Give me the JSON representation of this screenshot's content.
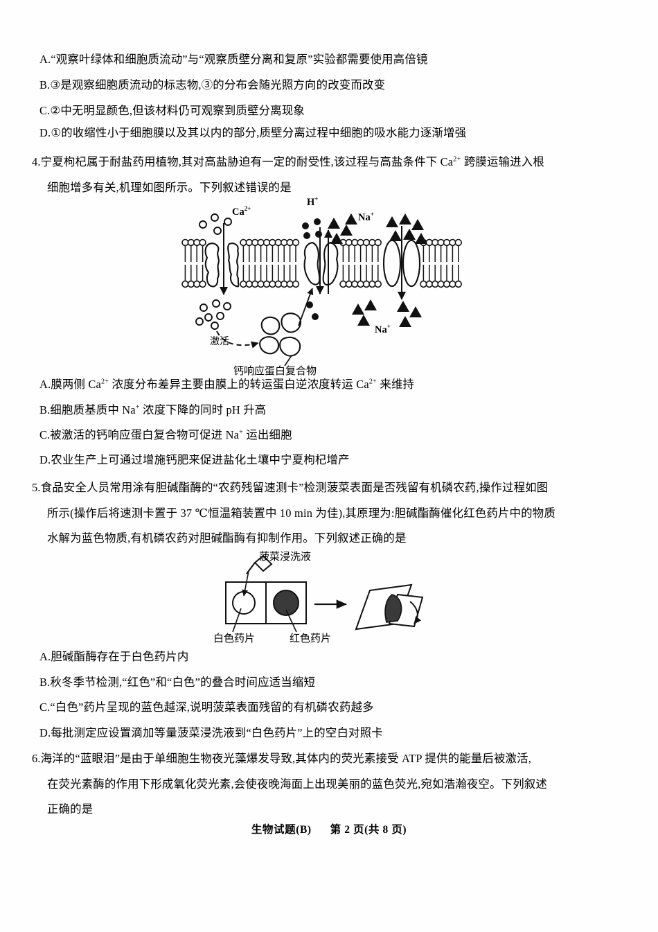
{
  "page": {
    "footer_subject": "生物试题(B)",
    "footer_page": "第 2 页(共 8 页)"
  },
  "question_3_options": [
    {
      "id": "q3a",
      "text": "A.“观察叶绿体和细胞质流动”与“观察质壁分离和复原”实验都需要使用高倍镜"
    },
    {
      "id": "q3b",
      "text": "B.③是观察细胞质流动的标志物,③的分布会随光照方向的改变而改变"
    },
    {
      "id": "q3c",
      "text": "C.②中无明显颜色,但该材料仍可观察到质壁分离现象"
    },
    {
      "id": "q3d",
      "text": "D.①的收缩性小于细胞膜以及其以内的部分,质壁分离过程中细胞的吸水能力逐渐增强"
    }
  ],
  "question_4": {
    "number": "4.",
    "stem_line1_a": "宁夏枸杞属于耐盐药用植物,其对高盐胁迫有一定的耐受性,该过程与高盐条件下 Ca",
    "stem_line1_sup": "2+",
    "stem_line1_b": " 跨膜运输进入根",
    "stem_line2": "细胞增多有关,机理如图所示。下列叙述错误的是",
    "options": [
      {
        "id": "q4a",
        "pre": "A.膜两侧 Ca",
        "sup1": "2+",
        "mid": " 浓度分布差异主要由膜上的转运蛋白逆浓度转运 Ca",
        "sup2": "2+",
        "post": " 来维持"
      },
      {
        "id": "q4b",
        "pre": "B.细胞质基质中 Na",
        "sup1": "+",
        "mid": " 浓度下降的同时 pH 升高",
        "sup2": "",
        "post": ""
      },
      {
        "id": "q4c",
        "pre": "C.被激活的钙响应蛋白复合物可促进 Na",
        "sup1": "+",
        "mid": " 运出细胞",
        "sup2": "",
        "post": ""
      },
      {
        "id": "q4d",
        "pre": "D.农业生产上可通过增施钙肥来促进盐化土壤中宁夏枸杞增产",
        "sup1": "",
        "mid": "",
        "sup2": "",
        "post": ""
      }
    ],
    "figure": {
      "name": "membrane-transport-diagram",
      "labels": {
        "calcium": "Ca",
        "calcium_charge": "2+",
        "proton": "H",
        "proton_charge": "+",
        "sodium_out": "Na",
        "sodium_out_charge": "+",
        "sodium_in": "Na",
        "sodium_in_charge": "+",
        "activate": "激活",
        "complex": "钙响应蛋白复合物"
      }
    }
  },
  "question_5": {
    "number": "5.",
    "stem_line1": "食品安全人员常用涂有胆碱酯酶的“农药残留速测卡”检测菠菜表面是否残留有机磷农药,操作过程如图",
    "stem_line2": "所示(操作后将速测卡置于 37 ℃恒温箱装置中 10 min 为佳),其原理为:胆碱酯酶催化红色药片中的物质",
    "stem_line3": "水解为蓝色物质,有机磷农药对胆碱酯酶有抑制作用。下列叙述正确的是",
    "options": [
      {
        "id": "q5a",
        "text": "A.胆碱酯酶存在于白色药片内"
      },
      {
        "id": "q5b",
        "text": "B.秋冬季节检测,“红色”和“白色”的叠合时间应适当缩短"
      },
      {
        "id": "q5c",
        "text": "C.“白色”药片呈现的蓝色越深,说明菠菜表面残留的有机磷农药越多"
      },
      {
        "id": "q5d",
        "text": "D.每批测定应设置滴加等量菠菜浸洗液到“白色药片”上的空白对照卡"
      }
    ],
    "figure": {
      "name": "pesticide-test-card-diagram",
      "labels": {
        "drop": "菠菜浸洗液",
        "white_tablet": "白色药片",
        "red_tablet": "红色药片"
      }
    }
  },
  "question_6": {
    "number": "6.",
    "stem_line1": "海洋的“蓝眼泪”是由于单细胞生物夜光藻爆发导致,其体内的荧光素接受 ATP 提供的能量后被激活,",
    "stem_line2": "在荧光素酶的作用下形成氧化荧光素,会使夜晚海面上出现美丽的蓝色荧光,宛如浩瀚夜空。下列叙述",
    "stem_line3": "正确的是"
  },
  "colors": {
    "ink": "#111111",
    "page": "#fefefe",
    "red_tablet": "#3a3a3a"
  }
}
